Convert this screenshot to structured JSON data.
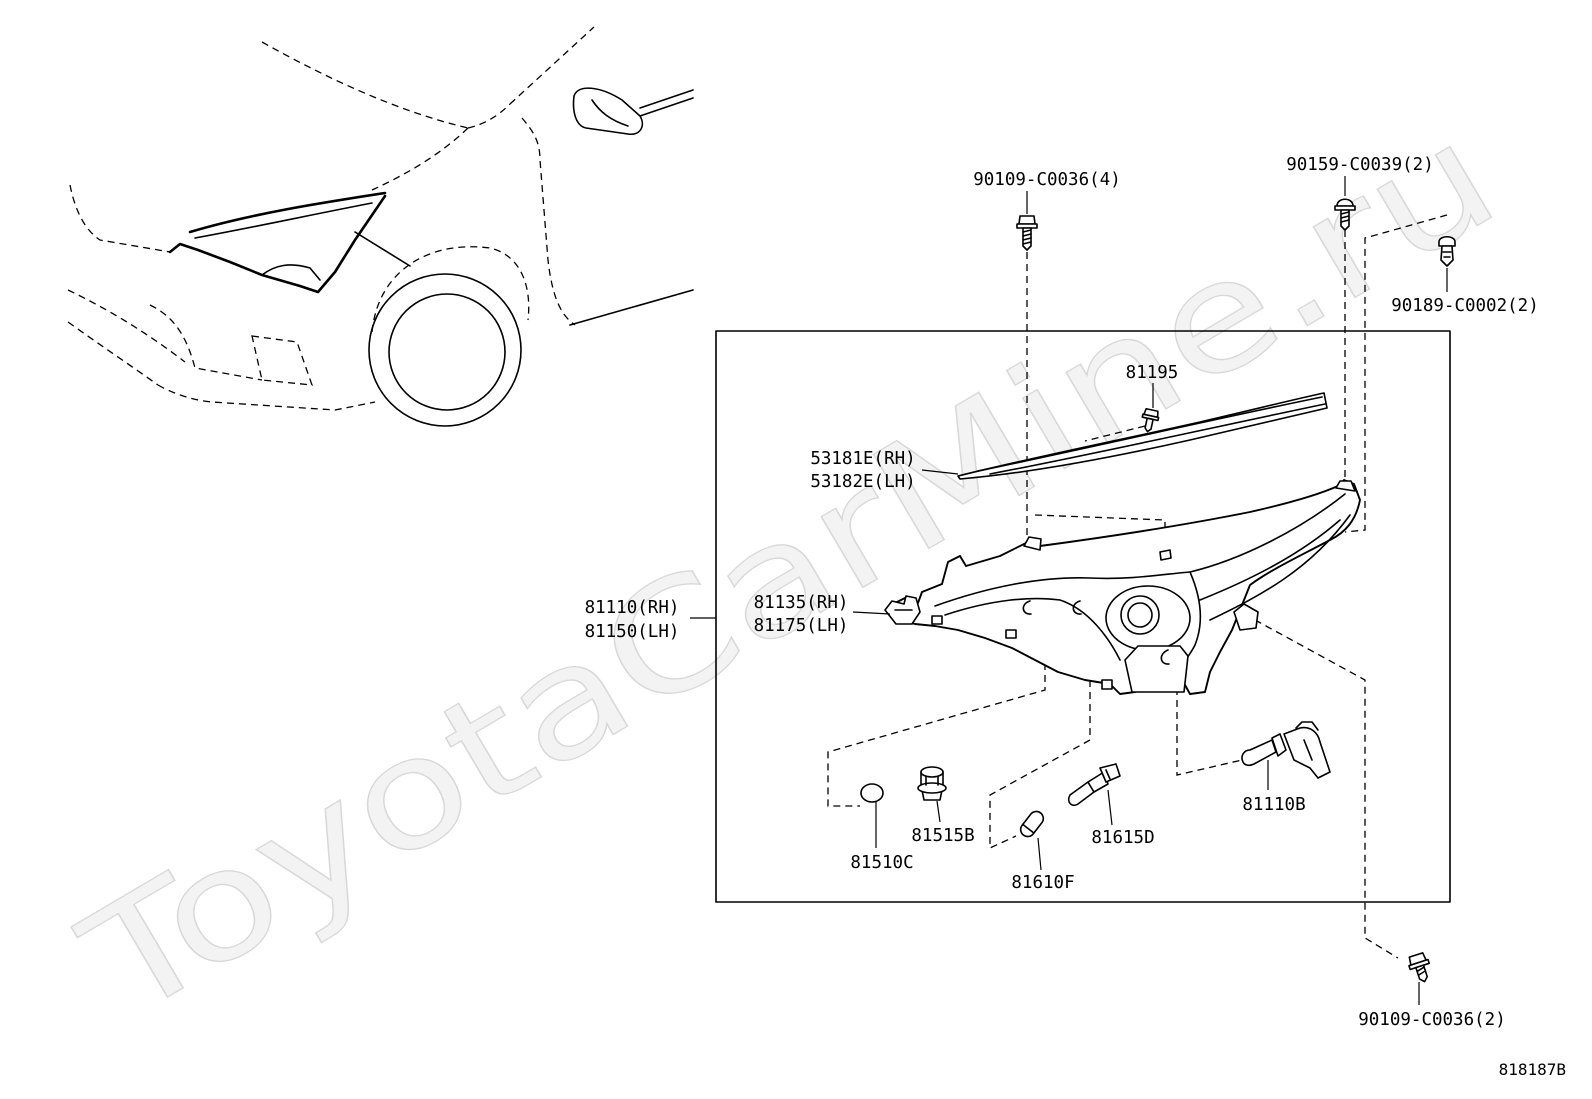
{
  "watermark": "ToyotaCarMine.ru",
  "diagram_code": "818187B",
  "labels": {
    "screw_top_left": "90109-C0036(4)",
    "screw_top_right": "90159-C0039(2)",
    "clip_right": "90189-C0002(2)",
    "screw_bottom_right": "90109-C0036(2)",
    "screw_small": "81195",
    "cover_rh": "53181E(RH)",
    "cover_lh": "53182E(LH)",
    "headlamp_rh": "81110(RH)",
    "headlamp_lh": "81150(LH)",
    "housing_rh": "81135(RH)",
    "housing_lh": "81175(LH)",
    "bulb_headlamp": "81110B",
    "socket_clearance": "81515B",
    "socket_turn": "81615D",
    "bulb_clearance": "81510C",
    "bulb_turn": "81610F"
  }
}
